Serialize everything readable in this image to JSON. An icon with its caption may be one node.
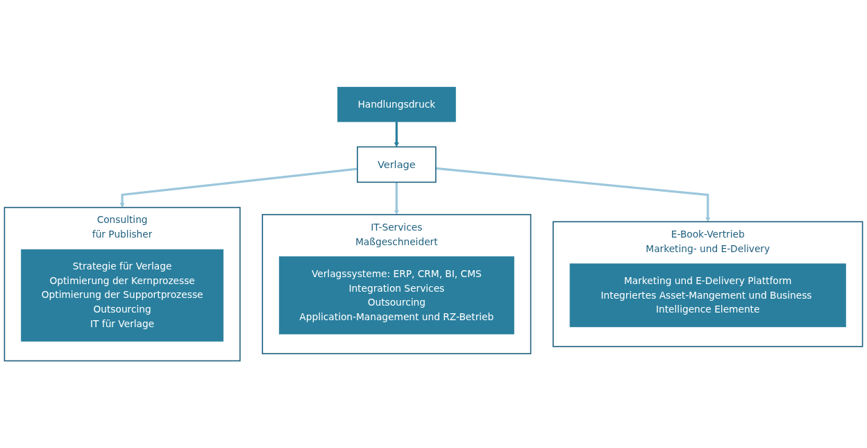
{
  "diagram": {
    "nodes": [
      {
        "text": [
          "Handlungsdruck"
        ]
      },
      {
        "text": [
          "Verlage"
        ]
      },
      {
        "text": [
          "Consulting",
          "für Publisher"
        ]
      },
      {
        "text": [
          "Strategie für Verlage",
          "Optimierung der Kernprozesse",
          "Optimierung der Supportprozesse",
          "Outsourcing",
          "IT für Verlage"
        ],
        "in": 2
      },
      {
        "text": [
          "IT-Services",
          "Maßgeschneidert"
        ]
      },
      {
        "text": [
          "Verlagssysteme: ERP, CRM, BI, CMS",
          "Integration Services",
          "Outsourcing",
          "Application-Management und RZ-Betrieb"
        ],
        "in": 4
      },
      {
        "text": [
          "E-Book-Vertrieb",
          "Marketing- und E-Delivery"
        ]
      },
      {
        "text": [
          "Marketing und E-Delivery Plattform",
          "Integriertes Asset-Mangement und Business Intelligence Elemente"
        ],
        "in": 6
      }
    ],
    "edges": [
      {
        "from": 0,
        "to": 1,
        "arrow": "to",
        "color": "#2a7f9e"
      },
      {
        "from": 1,
        "to": 2,
        "arrow": "to"
      },
      {
        "from": 1,
        "to": 4,
        "arrow": "to"
      },
      {
        "from": 1,
        "to": 6,
        "arrow": "to"
      }
    ]
  }
}
